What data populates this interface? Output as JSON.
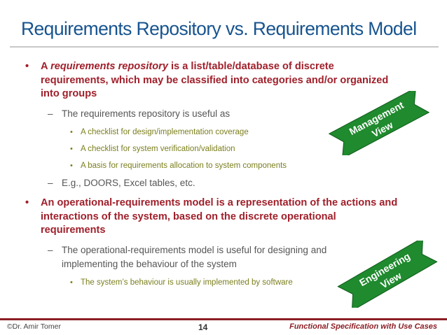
{
  "slide": {
    "title": "Requirements Repository vs. Requirements Model",
    "bullet1": {
      "prefix": "A ",
      "emphasis": "requirements repository",
      "line1_rest": " is a list/table/database of discrete",
      "line2": "requirements, which may be classified into categories and/or organized",
      "line3": "into groups"
    },
    "sub1": "The requirements repository is useful as",
    "sub1_items": [
      "A checklist for design/implementation coverage",
      "A checklist for system verification/validation",
      "A basis for requirements allocation to system components"
    ],
    "sub2": "E.g., DOORS, Excel tables, etc.",
    "bullet2": {
      "line1": "An operational-requirements model is a representation of the actions and",
      "line2": "interactions of the system, based on the discrete operational",
      "line3": "requirements"
    },
    "sub3": {
      "line1": "The operational-requirements model is useful for designing and",
      "line2": "implementing the behaviour of the system"
    },
    "sub3_items": [
      "The system’s behaviour is usually implemented by software"
    ],
    "banner_management": {
      "line1": "Management",
      "line2": "View"
    },
    "banner_engineering": {
      "line1": "Engineering",
      "line2": "View"
    }
  },
  "footer": {
    "author": "©Dr. Amir Tomer",
    "page": "14",
    "course": "Functional Specification with Use Cases"
  },
  "colors": {
    "title": "#17548f",
    "bullet": "#a0202b",
    "sub": "#555555",
    "subsub": "#7b7f1d",
    "banner": "#1f8a2e",
    "footer_rule": "#8b1e24"
  }
}
